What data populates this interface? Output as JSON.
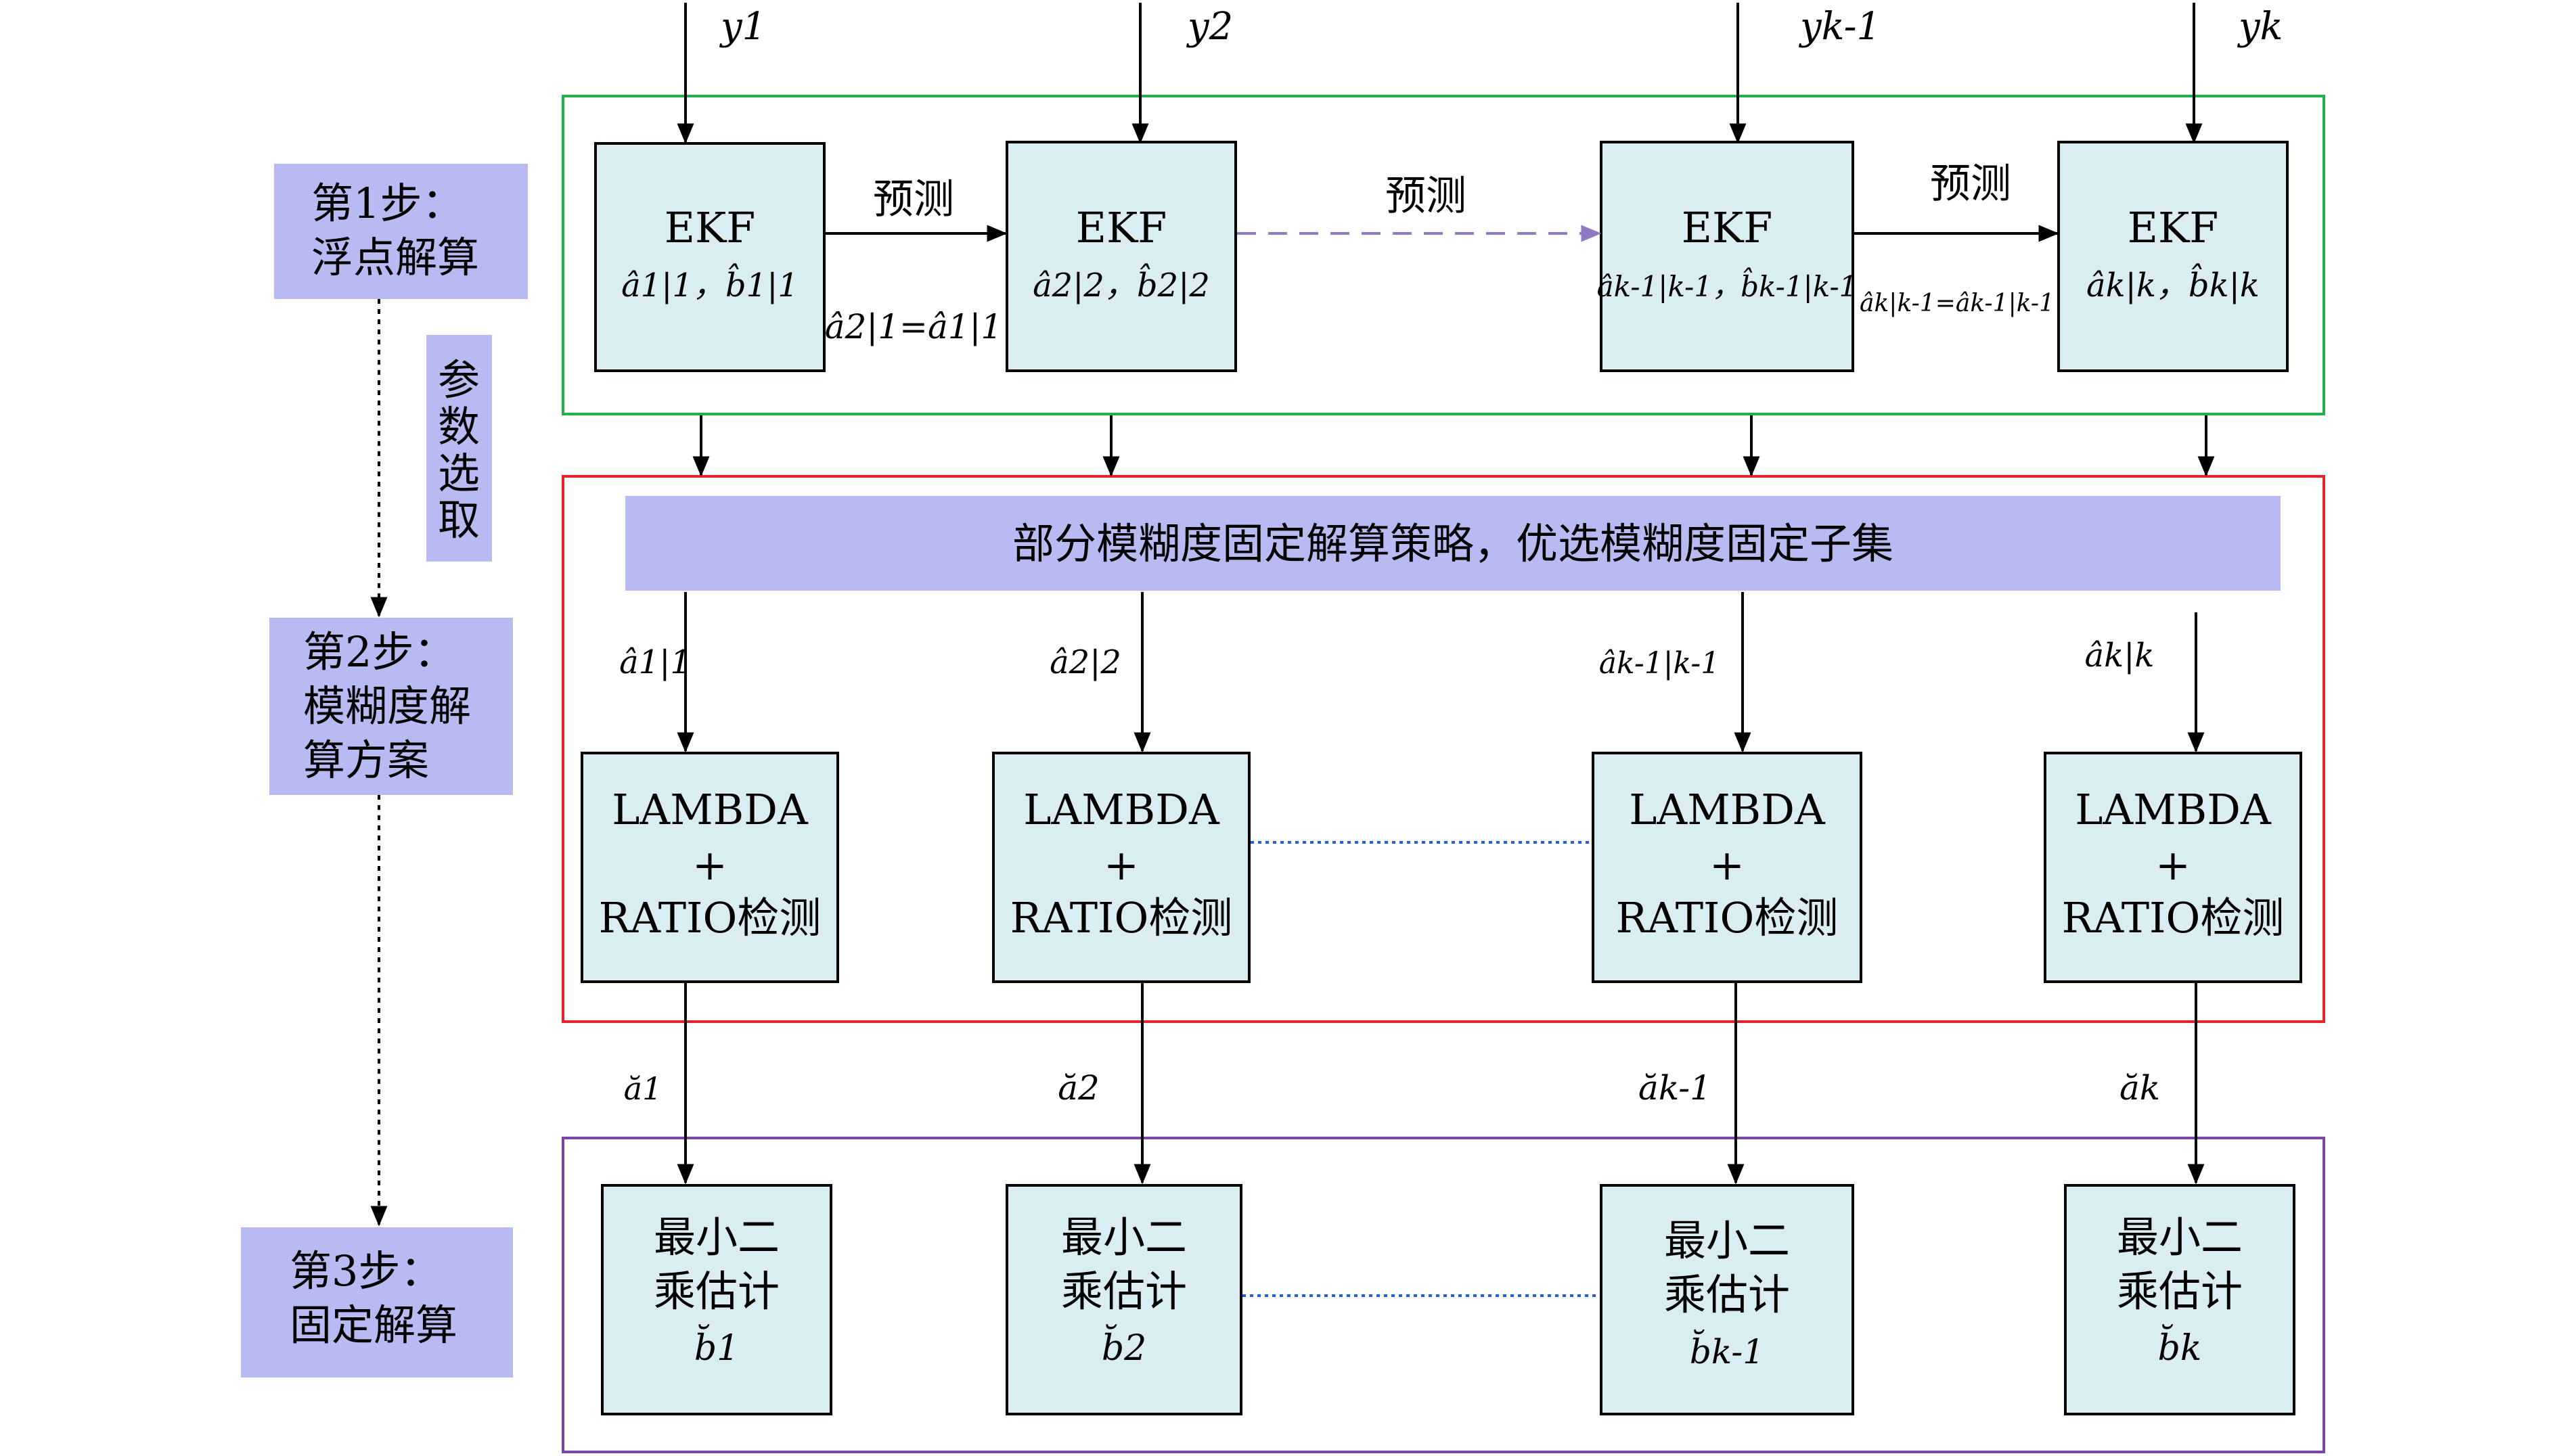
{
  "steps": {
    "step1": [
      "第1步：",
      "浮点解算"
    ],
    "param": [
      "参",
      "数",
      "选",
      "取"
    ],
    "step2": [
      "第2步：",
      "模糊度解",
      "算方案"
    ],
    "step3": [
      "第3步：",
      "固定解算"
    ]
  },
  "inputs": [
    "y1",
    "y2",
    "yk-1",
    "yk"
  ],
  "ekf": {
    "label": "EKF",
    "predict_label": "预测",
    "states": [
      "â1|1，b̂1|1",
      "â2|2，b̂2|2",
      "âk-1|k-1，b̂k-1|k-1",
      "âk|k，b̂k|k"
    ],
    "predictions": [
      "â2|1=â1|1",
      "âk|k-1=âk-1|k-1"
    ]
  },
  "strategy": {
    "banner": "部分模糊度固定解算策略，优选模糊度固定子集",
    "float_ambiguities": [
      "â1|1",
      "â2|2",
      "âk-1|k-1",
      "âk|k"
    ]
  },
  "lambda": {
    "line1": "LAMBDA",
    "line2": "+",
    "line3": "RATIO检测"
  },
  "fixed_ambiguities": [
    "ă1",
    "ă2",
    "ăk-1",
    "ăk"
  ],
  "lsq": {
    "line1": "最小二",
    "line2": "乘估计",
    "outputs": [
      "b̆1",
      "b̆2",
      "b̆k-1",
      "b̆k"
    ]
  },
  "colors": {
    "step_fill": "#b8baf2",
    "node_fill": "#d9edf2",
    "frame_green": "#22b14c",
    "frame_red": "#e8232a",
    "frame_purple": "#7b45a8",
    "dashed_purple": "#8f79c0",
    "dotted_blue": "#1f5fe0"
  }
}
